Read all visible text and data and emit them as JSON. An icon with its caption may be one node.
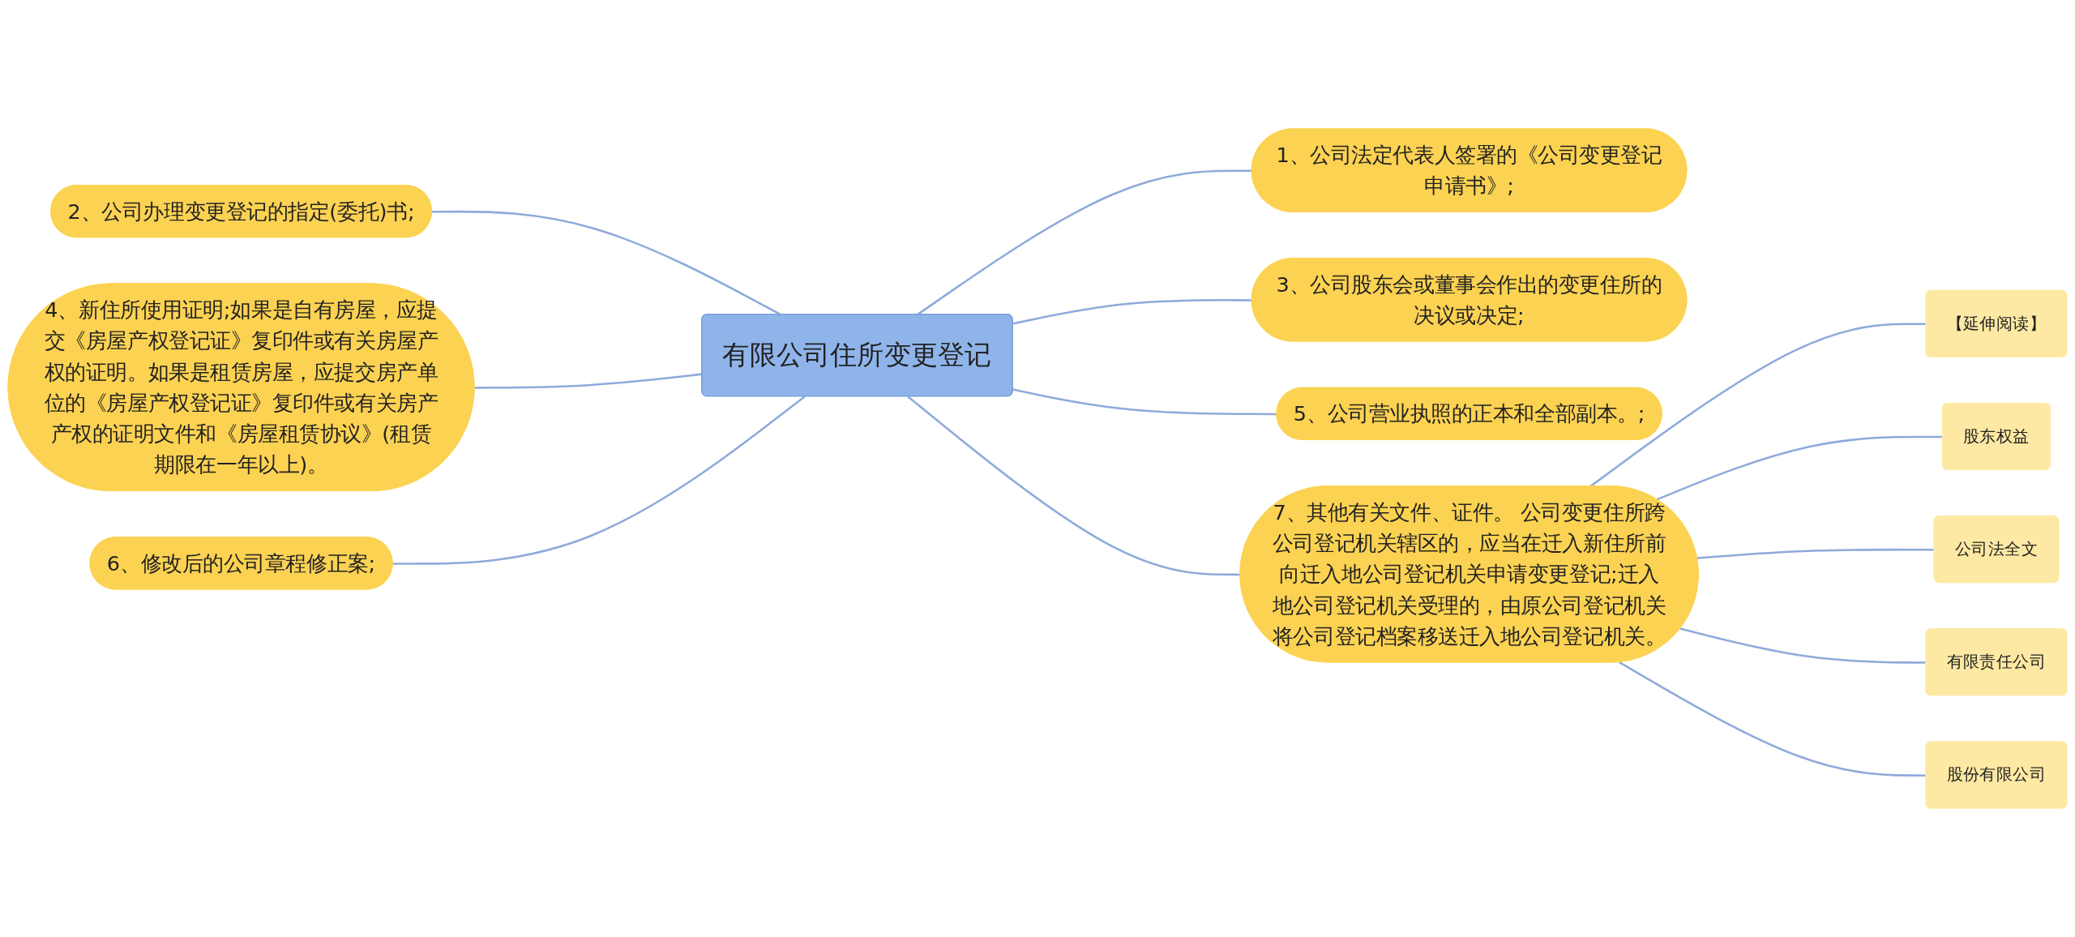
{
  "diagram": {
    "nodes": [
      {
        "text": [
          "有限公司住所变更登记"
        ]
      },
      {
        "text": [
          "1、公司法定代表人签署的《公司变更登记申请书》;"
        ]
      },
      {
        "text": [
          "2、公司办理变更登记的指定(委托)书;"
        ]
      },
      {
        "text": [
          "3、公司股东会或董事会作出的变更住所的决议或决定;"
        ]
      },
      {
        "text": [
          "4、新住所使用证明;如果是自有房屋，应提交《房屋产权登记证》复印件或有关房屋产权的证明。如果是租赁房屋，应提交房产单位的《房屋产权登记证》复印件或有关房产产权的证明文件和《房屋租赁协议》(租赁期限在一年以上)。"
        ]
      },
      {
        "text": [
          "5、公司营业执照的正本和全部副本。;"
        ]
      },
      {
        "text": [
          "6、修改后的公司章程修正案;"
        ]
      },
      {
        "text": [
          "7、其他有关文件、证件。 公司变更住所跨公司登记机关辖区的，应当在迁入新住所前向迁入地公司登记机关申请变更登记;迁入地公司登记机关受理的，由原公司登记机关将公司登记档案移送迁入地公司登记机关。"
        ]
      },
      {
        "text": [
          "【延伸阅读】"
        ]
      },
      {
        "text": [
          "股东权益"
        ]
      },
      {
        "text": [
          "公司法全文"
        ]
      },
      {
        "text": [
          "有限责任公司"
        ]
      },
      {
        "text": [
          "股份有限公司"
        ]
      }
    ],
    "edges": [
      {
        "from": 0,
        "to": 1,
        "arrow": "none"
      },
      {
        "from": 2,
        "to": 0,
        "arrow": "none"
      },
      {
        "from": 0,
        "to": 3,
        "arrow": "none"
      },
      {
        "from": 4,
        "to": 0,
        "arrow": "none"
      },
      {
        "from": 0,
        "to": 5,
        "arrow": "none"
      },
      {
        "from": 6,
        "to": 0,
        "arrow": "none"
      },
      {
        "from": 0,
        "to": 7,
        "arrow": "none"
      },
      {
        "from": 7,
        "to": 8,
        "arrow": "none"
      },
      {
        "from": 7,
        "to": 9,
        "arrow": "none"
      },
      {
        "from": 7,
        "to": 10,
        "arrow": "none"
      },
      {
        "from": 7,
        "to": 11,
        "arrow": "none"
      },
      {
        "from": 7,
        "to": 12,
        "arrow": "none"
      }
    ]
  }
}
